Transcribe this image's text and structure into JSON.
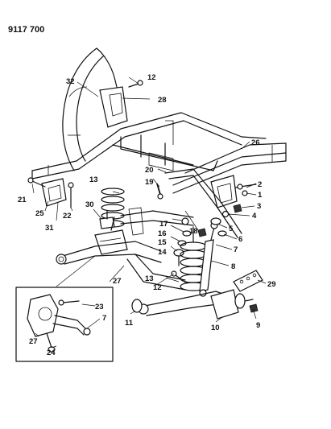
{
  "part_number": "9117 700",
  "callouts": [
    {
      "id": "c1",
      "text": "1"
    },
    {
      "id": "c2",
      "text": "2"
    },
    {
      "id": "c3",
      "text": "3"
    },
    {
      "id": "c4",
      "text": "4"
    },
    {
      "id": "c5",
      "text": "5"
    },
    {
      "id": "c6",
      "text": "6"
    },
    {
      "id": "c7a",
      "text": "7"
    },
    {
      "id": "c7b",
      "text": "7"
    },
    {
      "id": "c8",
      "text": "8"
    },
    {
      "id": "c9",
      "text": "9"
    },
    {
      "id": "c10",
      "text": "10"
    },
    {
      "id": "c11",
      "text": "11"
    },
    {
      "id": "c12a",
      "text": "12"
    },
    {
      "id": "c12b",
      "text": "12"
    },
    {
      "id": "c13a",
      "text": "13"
    },
    {
      "id": "c13b",
      "text": "13"
    },
    {
      "id": "c14",
      "text": "14"
    },
    {
      "id": "c15",
      "text": "15"
    },
    {
      "id": "c16",
      "text": "16"
    },
    {
      "id": "c17",
      "text": "17"
    },
    {
      "id": "c18",
      "text": "18"
    },
    {
      "id": "c19",
      "text": "19"
    },
    {
      "id": "c20",
      "text": "20"
    },
    {
      "id": "c21",
      "text": "21"
    },
    {
      "id": "c22",
      "text": "22"
    },
    {
      "id": "c23",
      "text": "23"
    },
    {
      "id": "c24",
      "text": "24"
    },
    {
      "id": "c25",
      "text": "25"
    },
    {
      "id": "c26",
      "text": "26"
    },
    {
      "id": "c27a",
      "text": "27"
    },
    {
      "id": "c27b",
      "text": "27"
    },
    {
      "id": "c28",
      "text": "28"
    },
    {
      "id": "c29",
      "text": "29"
    },
    {
      "id": "c30",
      "text": "30"
    },
    {
      "id": "c31",
      "text": "31"
    },
    {
      "id": "c32",
      "text": "32"
    }
  ]
}
